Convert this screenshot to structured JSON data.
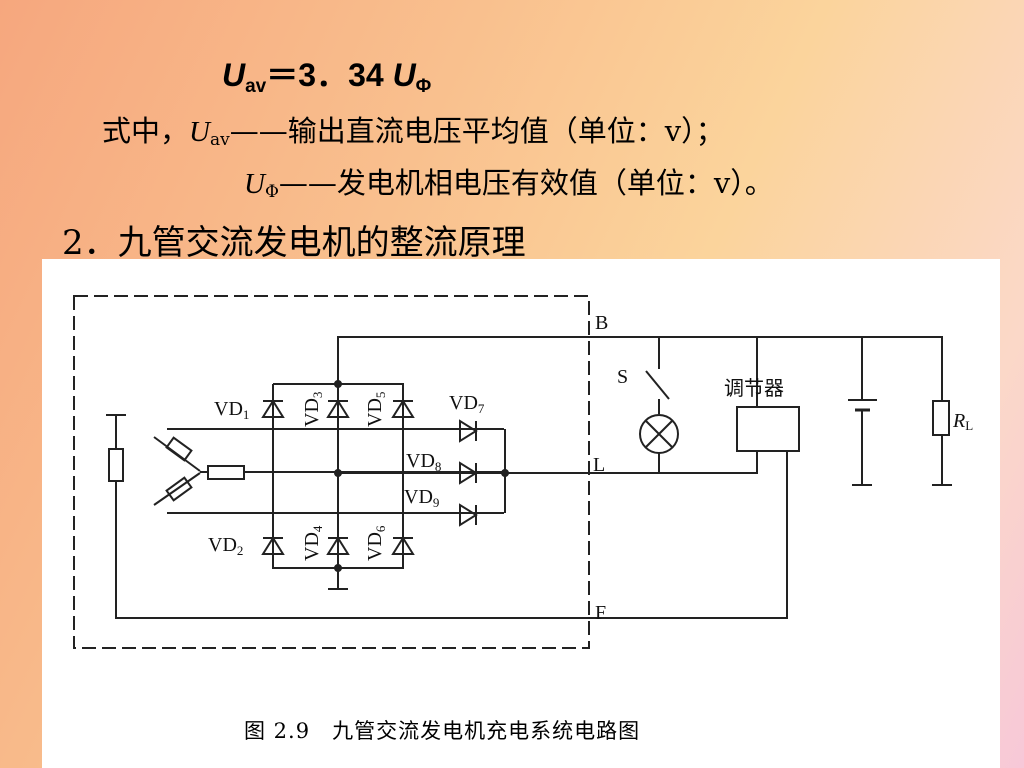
{
  "formula": {
    "lhs_symbol": "U",
    "lhs_sub": "av",
    "operator": "＝",
    "coefficient": "3．34",
    "rhs_symbol": "U",
    "rhs_sub": "Φ"
  },
  "definitions": [
    {
      "prefix": "式中，",
      "symbol": "U",
      "sub": "av",
      "text": "——输出直流电压平均值（单位：v）；"
    },
    {
      "prefix": "",
      "symbol": "U",
      "sub": "Φ",
      "text": "——发电机相电压有效值（单位：v）。"
    }
  ],
  "section_heading": "2．九管交流发电机的整流原理",
  "figure": {
    "caption": "图 2.9　九管交流发电机充电系统电路图",
    "terminals": {
      "b": "B",
      "l": "L",
      "f": "F"
    },
    "switch_label": "S",
    "regulator_label": "调节器",
    "load_label": "R",
    "load_sub": "L",
    "diodes": [
      {
        "name": "VD",
        "num": "1"
      },
      {
        "name": "VD",
        "num": "2"
      },
      {
        "name": "VD",
        "num": "3"
      },
      {
        "name": "VD",
        "num": "4"
      },
      {
        "name": "VD",
        "num": "5"
      },
      {
        "name": "VD",
        "num": "6"
      },
      {
        "name": "VD",
        "num": "7"
      },
      {
        "name": "VD",
        "num": "8"
      },
      {
        "name": "VD",
        "num": "9"
      }
    ]
  }
}
